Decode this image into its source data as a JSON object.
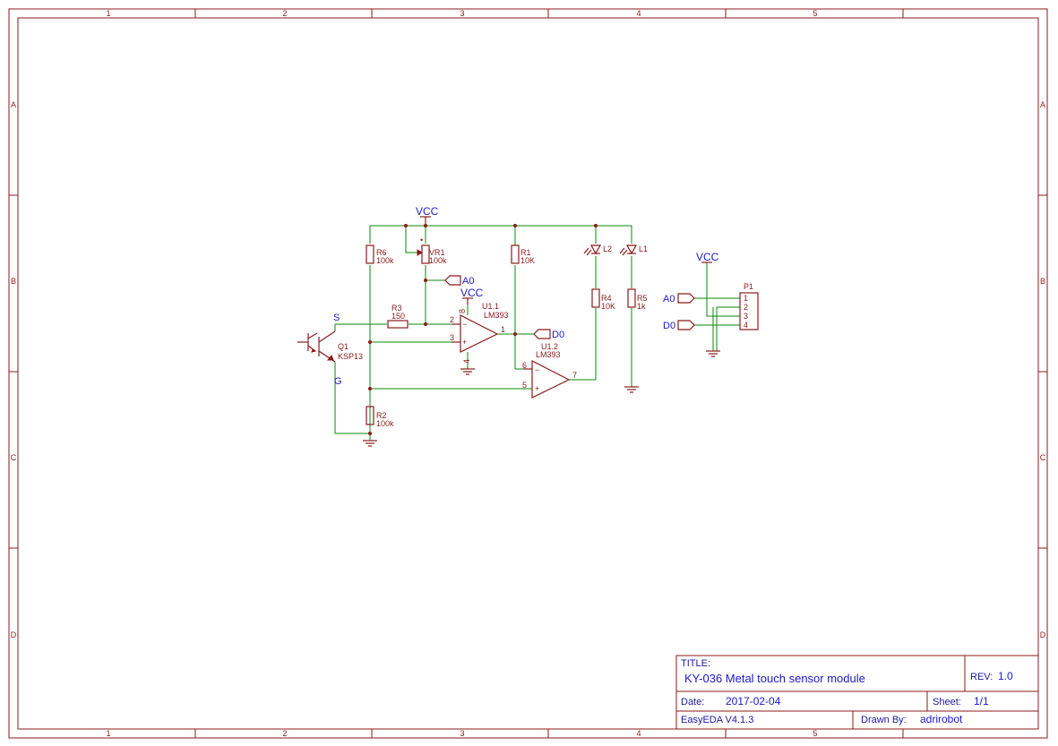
{
  "zones": {
    "columns": [
      "1",
      "2",
      "3",
      "4",
      "5"
    ],
    "rows": [
      "A",
      "B",
      "C",
      "D"
    ]
  },
  "components": {
    "R6": {
      "ref": "R6",
      "value": "100k"
    },
    "VR1": {
      "ref": "VR1",
      "value": "100k"
    },
    "R3": {
      "ref": "R3",
      "value": "150"
    },
    "R2": {
      "ref": "R2",
      "value": "100k"
    },
    "R1": {
      "ref": "R1",
      "value": "10K"
    },
    "R4": {
      "ref": "R4",
      "value": "10K"
    },
    "R5": {
      "ref": "R5",
      "value": "1k"
    },
    "L1": {
      "ref": "L1"
    },
    "L2": {
      "ref": "L2"
    },
    "Q1": {
      "ref": "Q1",
      "value": "KSP13"
    },
    "U1_1": {
      "ref": "U1.1",
      "value": "LM393"
    },
    "U1_2": {
      "ref": "U1.2",
      "value": "LM393"
    },
    "P1": {
      "ref": "P1"
    }
  },
  "pins": {
    "u11_2": "2",
    "u11_3": "3",
    "u11_1": "1",
    "u11_8": "8",
    "u11_4": "4",
    "u12_6": "6",
    "u12_5": "5",
    "u12_7": "7",
    "p1_1": "1",
    "p1_2": "2",
    "p1_3": "3",
    "p1_4": "4",
    "minus": "−",
    "plus": "+"
  },
  "nets": {
    "vcc": "VCC",
    "a0": "A0",
    "d0": "D0",
    "s": "S",
    "g": "G"
  },
  "title_block": {
    "title_label": "TITLE:",
    "title": "KY-036 Metal touch sensor module",
    "rev_label": "REV:",
    "rev": "1.0",
    "date_label": "Date:",
    "date": "2017-02-04",
    "sheet_label": "Sheet:",
    "sheet": "1/1",
    "software": "EasyEDA V4.1.3",
    "drawn_label": "Drawn By:",
    "drawn": "adrirobot"
  },
  "colors": {
    "frame": "#8b1a1a",
    "wire": "#0a8a0a",
    "label": "#1a1acc"
  }
}
